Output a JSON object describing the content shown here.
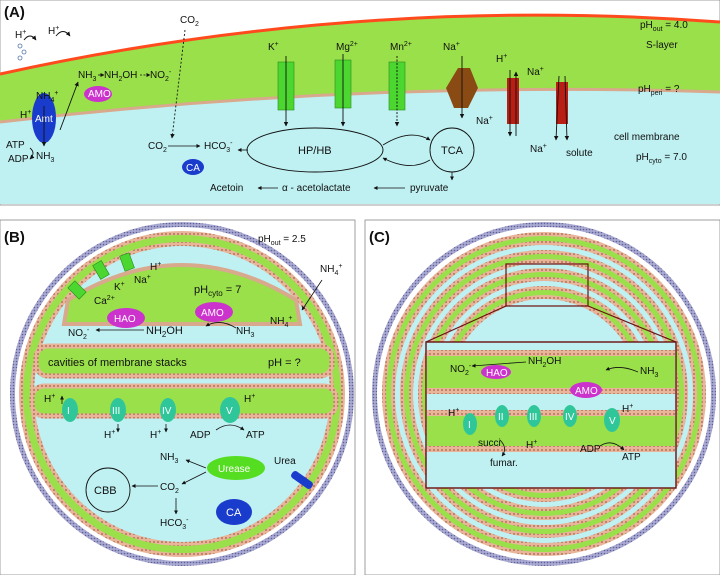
{
  "panel_a": {
    "label": "(A)",
    "ph_out": "pH",
    "ph_out_sub": "out",
    "ph_out_val": " = 4.0",
    "s_layer": "S-layer",
    "ph_peri": "pH",
    "ph_peri_sub": "peri",
    "ph_peri_val": " = ?",
    "cell_membrane": "cell membrane",
    "ph_cyto": "pH",
    "ph_cyto_sub": "cyto",
    "ph_cyto_val": " = 7.0",
    "co2_top": "CO",
    "co2_sub": "2",
    "hplus_1": "H",
    "hplus_2": "H",
    "plus": "+",
    "amt": "Amt",
    "amo": "AMO",
    "nh4": "NH",
    "nh4_sub": "4",
    "nh3": "NH",
    "nh3_sub": "3",
    "nh3_top": "NH",
    "nh2oh": "NH",
    "nh2oh_sub": "2",
    "nh2oh_rest": "OH",
    "no2": "NO",
    "no2_sub": "2",
    "atp": "ATP",
    "adp": "ADP",
    "hplus_amt": "H",
    "co2_in": "CO",
    "ca": "CA",
    "hco3": "HCO",
    "hco3_sub": "3",
    "hphb": "HP/HB",
    "tca": "TCA",
    "acetoin": "Acetoin",
    "acetolactate": "α - acetolactate",
    "pyruvate": "pyruvate",
    "k": "K",
    "mg": "Mg",
    "mg_sup": "2+",
    "mn": "Mn",
    "mn_sup": "2+",
    "na_top": "Na",
    "na_mid": "Na",
    "h_anti": "H",
    "na_anti": "Na",
    "na_bot": "Na",
    "solute": "solute"
  },
  "panel_b": {
    "label": "(B)",
    "ph_out": "pH",
    "ph_out_sub": "out",
    "ph_out_val": " = 2.5",
    "k": "K",
    "na": "Na",
    "h": "H",
    "ca": "Ca",
    "ca_sup": "2+",
    "nh4_out": "NH",
    "nh4_out_sub": "4",
    "ph_cyto": "pH",
    "ph_cyto_sub": "cyto",
    "ph_cyto_val": " = 7",
    "amo": "AMO",
    "hao": "HAO",
    "nh4_in": "NH",
    "nh4_in_sub": "4",
    "no2": "NO",
    "no2_sub": "2",
    "nh2oh": "NH",
    "nh2oh_sub": "2",
    "nh2oh_rest": "OH",
    "nh3": "NH",
    "nh3_sub": "3",
    "cavities": "cavities of membrane stacks",
    "ph_q": "pH = ?",
    "complex_i": "I",
    "complex_iii": "III",
    "complex_iv": "IV",
    "complex_v": "V",
    "h_left": "H",
    "h_bl": "H",
    "h_b2": "H",
    "h_right": "H",
    "adp": "ADP",
    "atp": "ATP",
    "nh3_b": "NH",
    "nh3_b_sub": "3",
    "urease": "Urease",
    "urea": "Urea",
    "cbb": "CBB",
    "co2": "CO",
    "co2_sub": "2",
    "hco3": "HCO",
    "hco3_sub": "3",
    "ca_enz": "CA"
  },
  "panel_c": {
    "label": "(C)",
    "no2": "NO",
    "no2_sub": "2",
    "hao": "HAO",
    "nh2oh": "NH",
    "nh2oh_sub": "2",
    "nh2oh_rest": "OH",
    "nh3": "NH",
    "nh3_sub": "3",
    "amo": "AMO",
    "h_left": "H",
    "complex_i": "I",
    "complex_ii": "II",
    "complex_iii": "III",
    "complex_iv": "IV",
    "complex_v": "V",
    "h_right": "H",
    "succi": "succi",
    "fumar": "fumar.",
    "h_mid": "H",
    "adp": "ADP",
    "atp": "ATP"
  },
  "colors": {
    "periplasm": "#99e04a",
    "cytoplasm": "#bff0f2",
    "membrane": "#d8a98c",
    "s_layer": "#ff4a1e",
    "amo": "#cc33cc",
    "ca": "#1a3ccc",
    "channel": "#4cd630",
    "complex": "#2fc79a",
    "urease": "#55dd22",
    "outer_wall": "#8888bb"
  }
}
